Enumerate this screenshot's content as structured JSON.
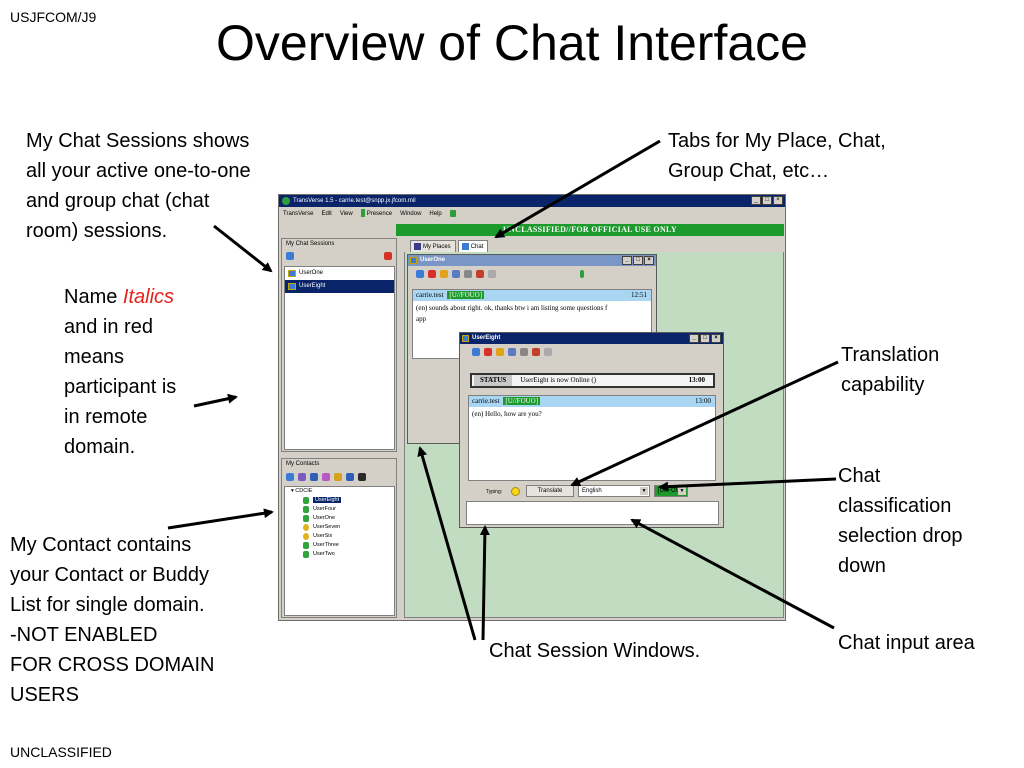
{
  "slide": {
    "corner_top": "USJFCOM/J9",
    "corner_bottom": "UNCLASSIFIED",
    "title": "Overview of Chat Interface"
  },
  "notes": {
    "sessions": "My Chat Sessions shows\nall your active one-to-one\nand group chat (chat\nroom) sessions.",
    "tabs": "Tabs for My Place, Chat,\nGroup Chat, etc…",
    "name_prefix": "Name ",
    "name_italic": "Italics",
    "name_rest": "and in red\nmeans\nparticipant is\nin remote\ndomain.",
    "translation": "Translation\ncapability",
    "classification": "Chat\nclassification\nselection drop\ndown",
    "contacts": "My Contact contains\nyour Contact or Buddy\nList for single domain.\n        -NOT ENABLED\nFOR CROSS DOMAIN\nUSERS",
    "sessions_windows": "Chat Session Windows.",
    "input_area": "Chat input area"
  },
  "app": {
    "title": "TransVerse 1.5 - carrie.test@snpp.jx.jfcom.mil",
    "menu": [
      "TransVerse",
      "Edit",
      "View",
      "Presence",
      "Window",
      "Help"
    ],
    "banner": "UNCLASSIFIED//FOR OFFICIAL USE ONLY",
    "sessions_label": "My Chat Sessions",
    "sessions": [
      "UserOne",
      "UserEight"
    ],
    "contacts_label": "My Contacts",
    "contacts_root": "CDCIE",
    "contacts": [
      "UserEight",
      "UserFour",
      "UserOne",
      "UserSeven",
      "UserSix",
      "UserThree",
      "UserTwo"
    ],
    "tabs": [
      "My Places",
      "Chat"
    ]
  },
  "chat_one": {
    "title": "UserOne",
    "sender": "carrie.test",
    "classification": "[U//FOUO]",
    "time": "12:51",
    "message": "(en) sounds about right. ok, thanks  btw i am listing some questions f",
    "message_tail": "app"
  },
  "chat_eight": {
    "title": "UserEight",
    "status_label": "STATUS",
    "status_text": "UserEight is now Online ()",
    "status_time": "13:00",
    "sender": "carrie.test",
    "classification": "[U//FOUO]",
    "time": "13:00",
    "message": "(en) Hello, how are you?",
    "typing_label": "Typing:",
    "translate_button": "Translate",
    "language": "English",
    "selected_classification": "[U//FOUO]"
  },
  "colors": {
    "banner": "#1d9a2c",
    "green_area": "#c1dcc1",
    "arrow": "#000000",
    "red_italic": "#e8211d"
  }
}
